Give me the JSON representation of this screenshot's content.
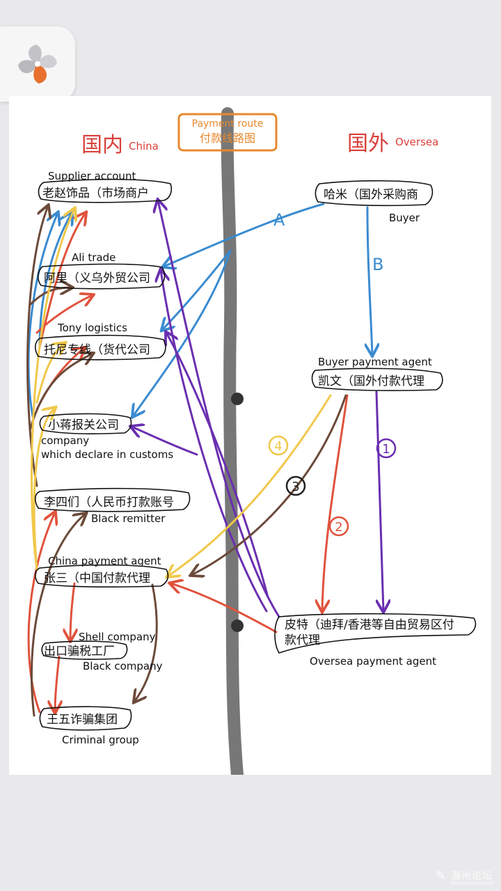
{
  "header": {
    "title_en": "Payment route",
    "title_cn": "付款线路图",
    "china_cn": "国内",
    "china_en": "China",
    "oversea_cn": "国外",
    "oversea_en": "Oversea"
  },
  "nodes": {
    "supplier": {
      "en": "Supplier account",
      "cn": "老赵饰品（市场商户"
    },
    "ali": {
      "en": "Ali trade",
      "cn": "阿里（义乌外贸公司"
    },
    "tony": {
      "en": "Tony logistics",
      "cn": "托尼专线（货代公司"
    },
    "customs": {
      "cn": "小蒋报关公司",
      "en1": "company",
      "en2": "which declare in customs"
    },
    "lisi": {
      "cn": "李四们（人民币打款账号",
      "en": "Black remitter"
    },
    "zhangsan": {
      "en": "China payment agent",
      "cn": "张三（中国付款代理"
    },
    "shell": {
      "en1": "Shell company",
      "cn": "出口骗税工厂",
      "en2": "Black company"
    },
    "wangwu": {
      "cn": "王五诈骗集团",
      "en": "Criminal group"
    },
    "hami": {
      "cn": "哈米（国外采购商",
      "en": "Buyer"
    },
    "kaiwen": {
      "en": "Buyer payment agent",
      "cn": "凯文（国外付款代理"
    },
    "pite": {
      "cn1": "皮特（迪拜/香港等自由贸易区付",
      "cn2": "款代理",
      "en": "Oversea payment agent"
    }
  },
  "route_labels": {
    "a": "A",
    "b": "B",
    "r1": "1",
    "r2": "2",
    "r3": "3",
    "r4": "4"
  },
  "colors": {
    "background": "#e9e9eb",
    "sheet": "#ffffff",
    "heading_red": "#d9403a",
    "title_orange": "#e8892e",
    "blue": "#3a8bd0",
    "purple": "#6a2fb0",
    "red": "#e0523c",
    "brown": "#6b4a3a",
    "yellow": "#f0c84a",
    "divider": "#777777"
  },
  "watermark": {
    "main": "潮州论坛",
    "sub": "bbs.chaozhou.net"
  }
}
